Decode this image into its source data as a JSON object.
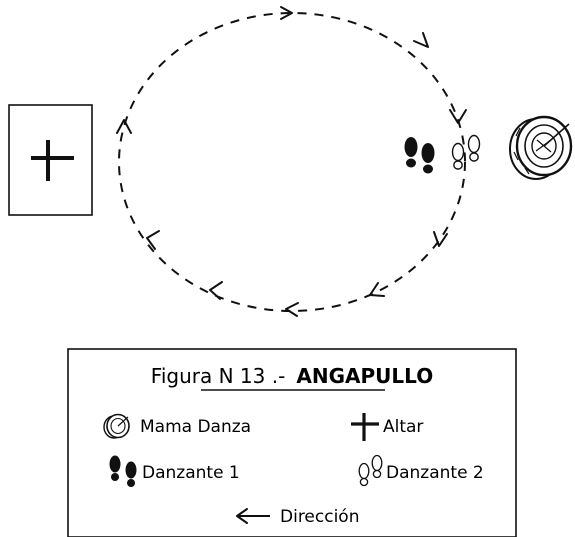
{
  "figure": {
    "title_prefix": "Figura N 13 .-",
    "title_bold": "ANGAPULLO"
  },
  "legend": {
    "mama_danza": "Mama Danza",
    "altar": "Altar",
    "danzante_1": "Danzante 1",
    "danzante_2": "Danzante 2",
    "direccion": "Dirección"
  },
  "colors": {
    "ink": "#111111",
    "background": "#ffffff"
  }
}
